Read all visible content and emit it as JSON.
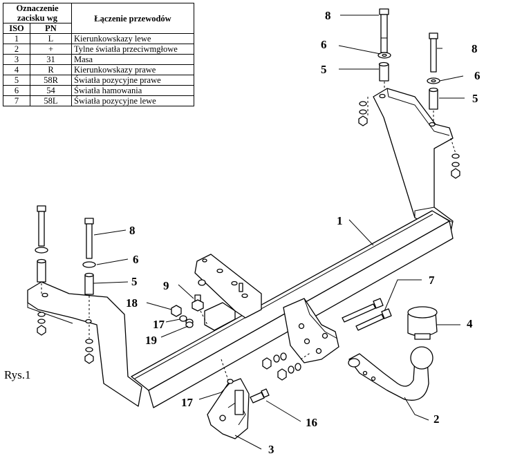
{
  "table": {
    "header_left": "Oznaczenie zacisku wg",
    "header_right": "Łączenie przewodów",
    "col_iso": "ISO",
    "col_pn": "PN",
    "rows": [
      {
        "iso": "1",
        "pn": "L",
        "desc": "Kierunkowskazy lewe"
      },
      {
        "iso": "2",
        "pn": "+",
        "desc": "Tylne światła przeciwmgłowe"
      },
      {
        "iso": "3",
        "pn": "31",
        "desc": "Masa"
      },
      {
        "iso": "4",
        "pn": "R",
        "desc": "Kierunkowskazy prawe"
      },
      {
        "iso": "5",
        "pn": "58R",
        "desc": "Światła pozycyjne prawe"
      },
      {
        "iso": "6",
        "pn": "54",
        "desc": "Światła hamowania"
      },
      {
        "iso": "7",
        "pn": "58L",
        "desc": "Światła pozycyjne lewe"
      }
    ]
  },
  "figure_label": "Rys.1",
  "callouts": {
    "c8_top": "8",
    "c6_top": "6",
    "c5_top": "5",
    "c8_right": "8",
    "c6_right": "6",
    "c5_right": "5",
    "c1": "1",
    "c8_left": "8",
    "c6_left": "6",
    "c5_left": "5",
    "c9": "9",
    "c18": "18",
    "c17_a": "17",
    "c19": "19",
    "c7": "7",
    "c4": "4",
    "c17_b": "17",
    "c16": "16",
    "c2": "2",
    "c3": "3"
  }
}
